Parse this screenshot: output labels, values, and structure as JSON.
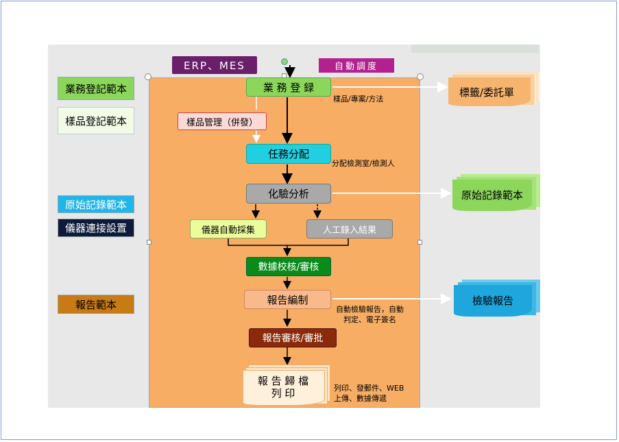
{
  "top": {
    "erp_mes": "ERP、MES",
    "auto_dispatch": "自動調度"
  },
  "left_templates": {
    "business_template": "業務登記範本",
    "sample_template": "樣品登記範本",
    "raw_record_template": "原始記錄範本",
    "instrument_settings": "儀器連接設置",
    "report_template": "報告範本"
  },
  "flow": {
    "business_register": "業 務 登 録",
    "sample_management": "樣品管理（併發）",
    "task_assign": "任務分配",
    "analysis": "化驗分析",
    "auto_collect": "儀器自動採集",
    "manual_entry": "人工錄入結果",
    "data_review": "數據校核/審核",
    "report_compile": "報告編制",
    "report_approve": "報告審核/審批",
    "report_archive_line1": "報 告 歸 檔",
    "report_archive_line2": "列 印"
  },
  "notes": {
    "sample_project_method": "樣品/專案/方法",
    "assign_lab": "分配檢測室/檢測人",
    "auto_report_line1": "自動檢驗報告，自動",
    "auto_report_line2": "判定、電子簽名",
    "print_line1": "列印、發郵件、WEB",
    "print_line2": "上傳、數據傳遞"
  },
  "outputs": {
    "label_order": "標籤/委託單",
    "raw_record": "原始記錄範本",
    "inspection_report": "檢驗報告"
  },
  "colors": {
    "erp": "#6b1f6b",
    "auto_dispatch": "#b3218f",
    "light_green": "#8cd65c",
    "cyan": "#22cfe0",
    "grey": "#a9a9a9",
    "dark_green": "#0b8a1c",
    "brown": "#8a2a0a",
    "salmon": "#f9b98a",
    "orange_area": "#f7ad64",
    "blue_doc": "#1fa6dd"
  }
}
